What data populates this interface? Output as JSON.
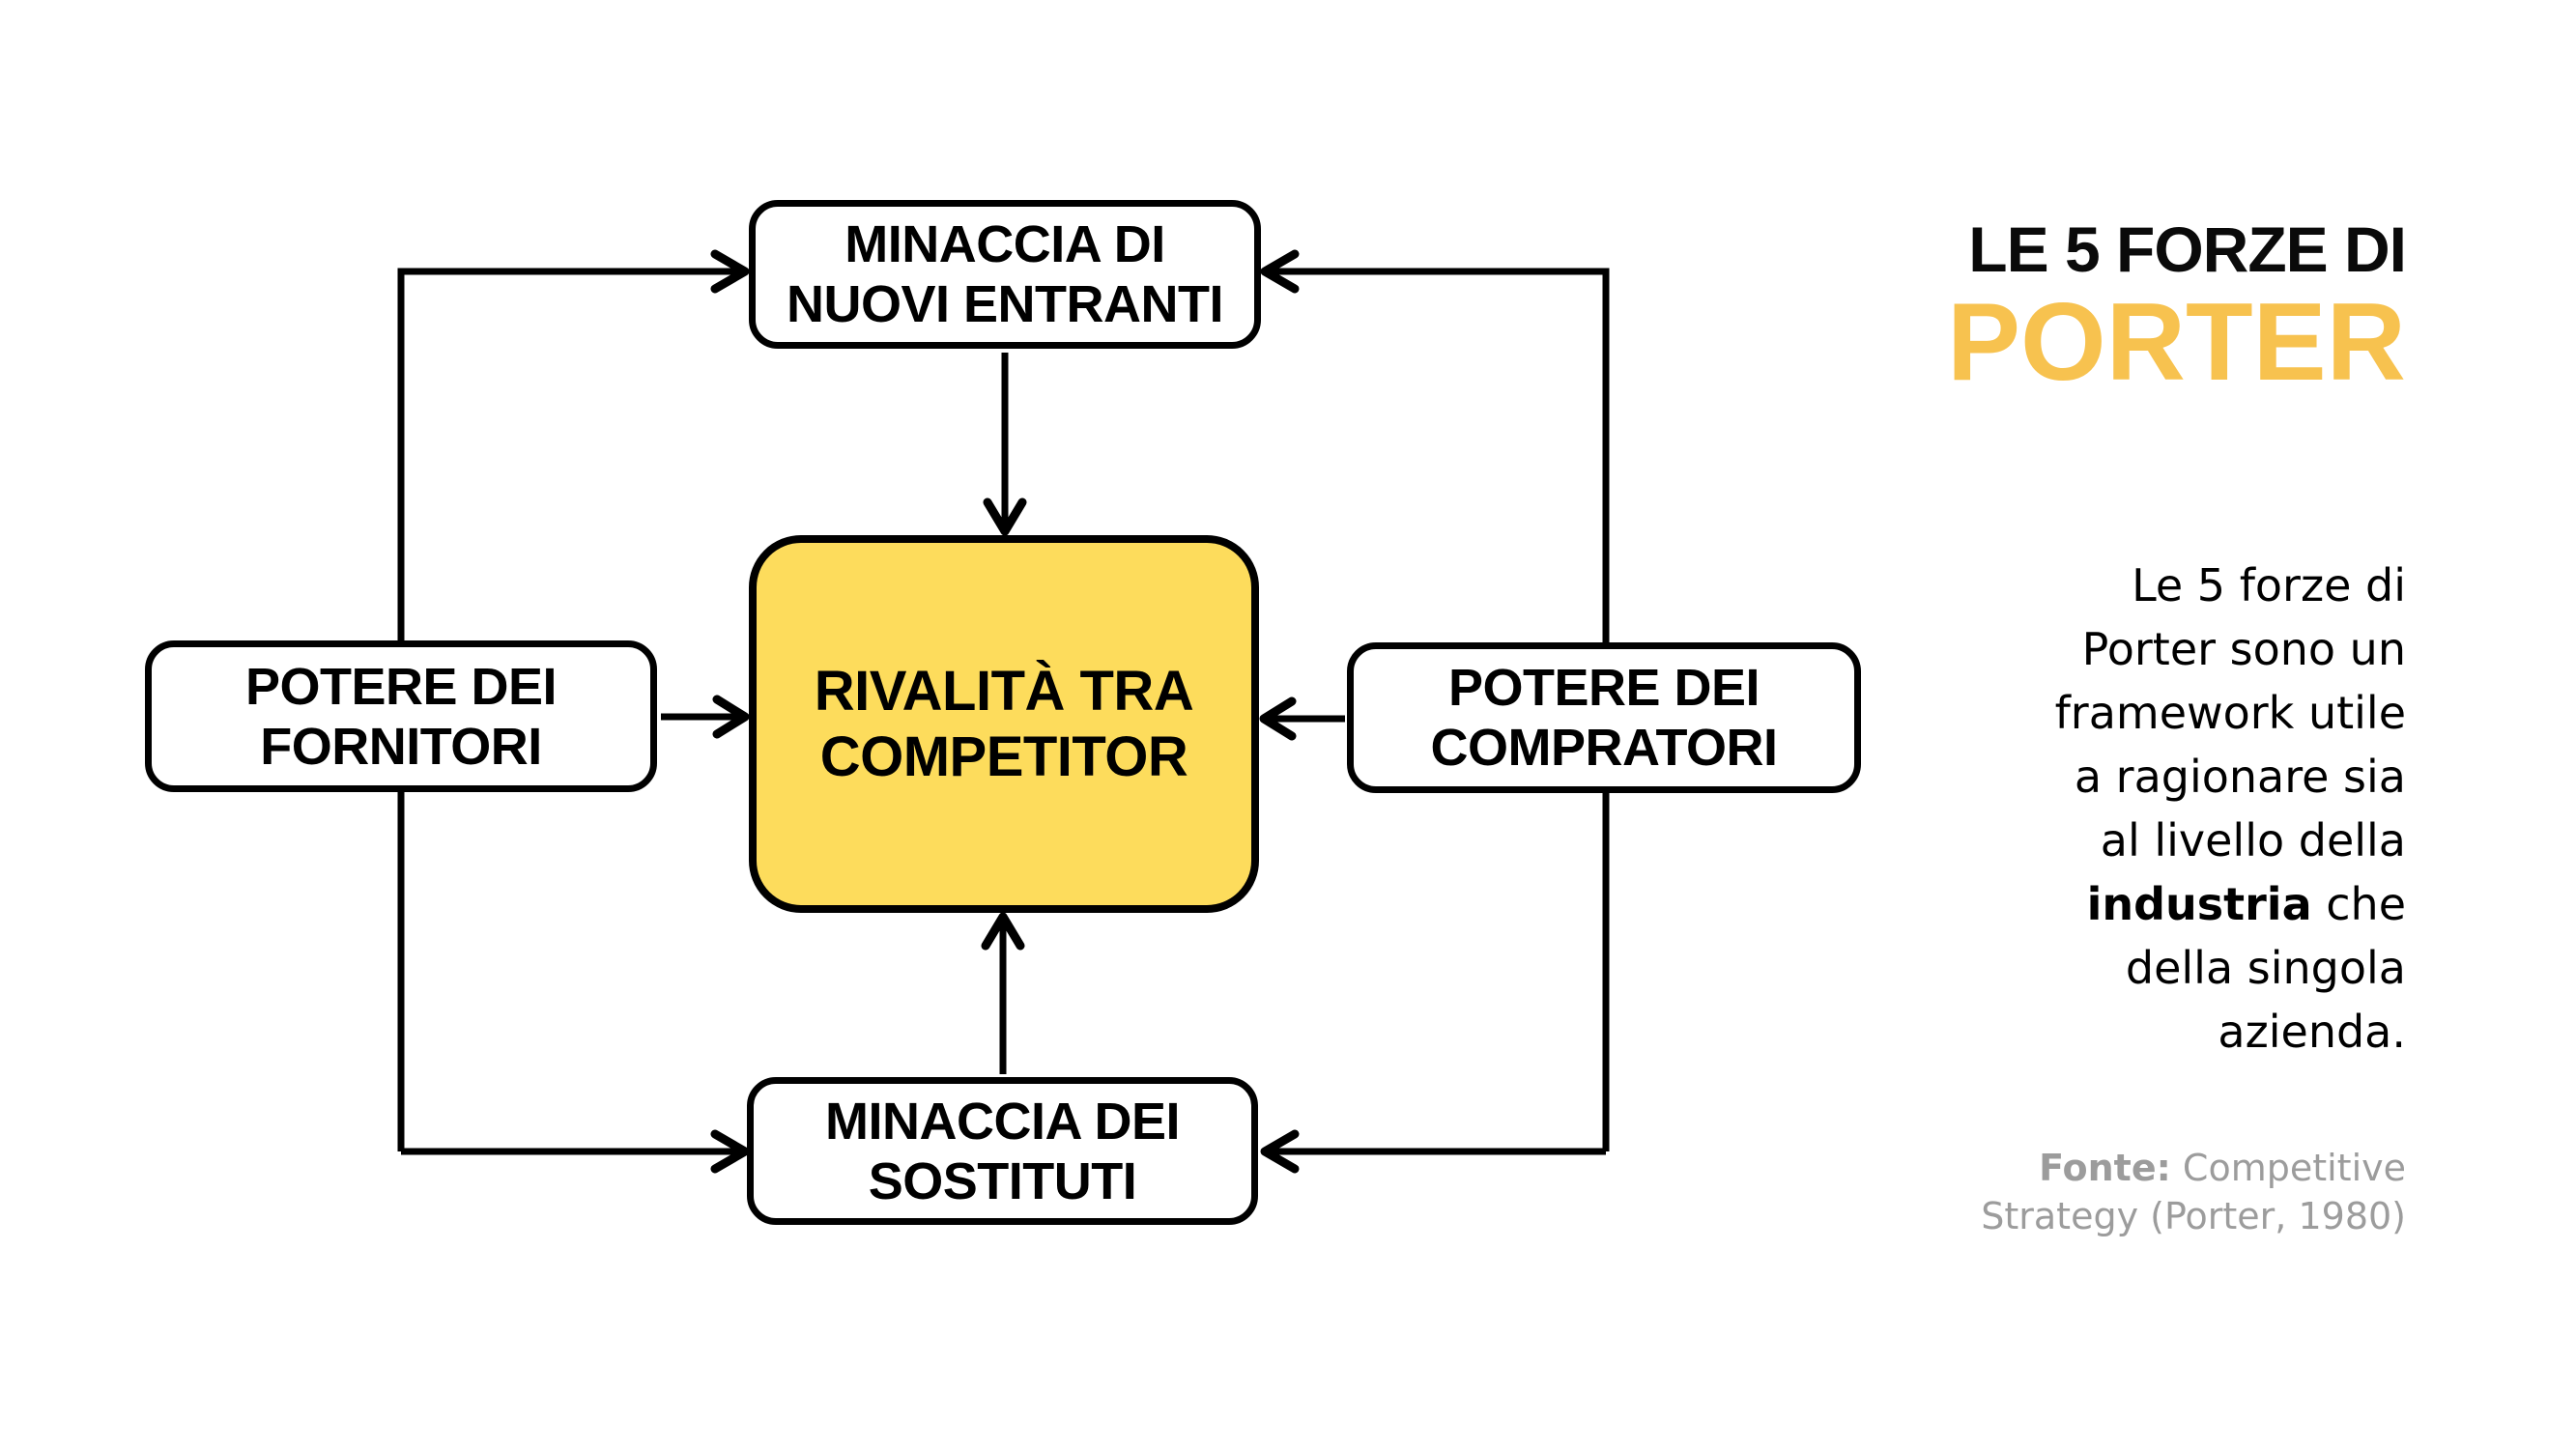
{
  "title": {
    "line1": "LE 5 FORZE DI",
    "line2": "PORTER",
    "accent_color": "#F7C24F"
  },
  "diagram": {
    "stroke_color": "#000000",
    "boxes": {
      "new_entrants": {
        "line1": "MINACCIA DI",
        "line2": "NUOVI ENTRANTI"
      },
      "suppliers": {
        "line1": "POTERE DEI",
        "line2": "FORNITORI"
      },
      "rivalry": {
        "line1": "RIVALITÀ TRA",
        "line2": "COMPETITOR",
        "fill": "#FDDC5C"
      },
      "buyers": {
        "line1": "POTERE DEI",
        "line2": "COMPRATORI"
      },
      "substitutes": {
        "line1": "MINACCIA DEI",
        "line2": "SOSTITUTI"
      }
    }
  },
  "description": {
    "lines_before": [
      "Le 5 forze di",
      "Porter sono un",
      "framework utile",
      "a ragionare sia",
      "al livello della"
    ],
    "bold_word": "industria",
    "after_bold": " che",
    "lines_after": [
      "della singola",
      "azienda."
    ]
  },
  "source": {
    "label": "Fonte:",
    "line1_rest": " Competitive",
    "line2": "Strategy (Porter, 1980)",
    "color": "#9C9C9C"
  }
}
